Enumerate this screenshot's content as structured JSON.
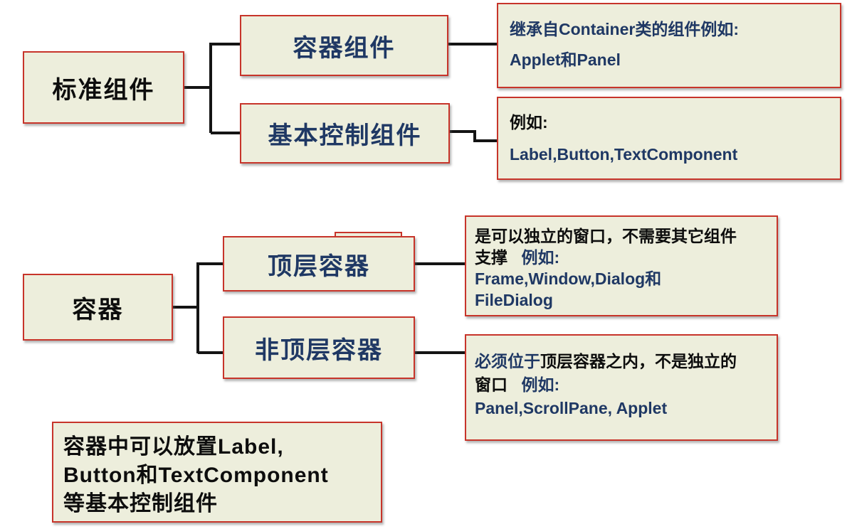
{
  "colors": {
    "box_fill": "#EDEEDC",
    "box_border_red": "#C7342A",
    "navy_text": "#1F3864",
    "black_text": "#0D0D0D",
    "connector_line": "#141414"
  },
  "top_section": {
    "root": {
      "label": "标准组件"
    },
    "children": [
      {
        "label": "容器组件"
      },
      {
        "label": "基本控制组件"
      }
    ],
    "notes": [
      {
        "line1": "继承自Container类的组件例如:",
        "line2": "Applet和Panel"
      },
      {
        "line1": "例如:",
        "line2": "Label,Button,TextComponent"
      }
    ]
  },
  "bottom_section": {
    "root": {
      "label": "容器"
    },
    "children": [
      {
        "label": "顶层容器"
      },
      {
        "label": "非顶层容器"
      }
    ],
    "notes": [
      {
        "line1": "是可以独立的窗口，不需要其它组件",
        "line2a": "支撑",
        "line2b": "例如:",
        "line3": "Frame,Window,Dialog和",
        "line4": "FileDialog"
      },
      {
        "line1a": "必须位于",
        "line1b": "顶层容器之内，不是独立的",
        "line2a": "窗口",
        "line2b": "例如:",
        "line3": "Panel,ScrollPane, Applet"
      }
    ]
  },
  "footer_note": {
    "line1": "容器中可以放置Label,",
    "line2": "Button和TextComponent",
    "line3": "等基本控制组件"
  }
}
